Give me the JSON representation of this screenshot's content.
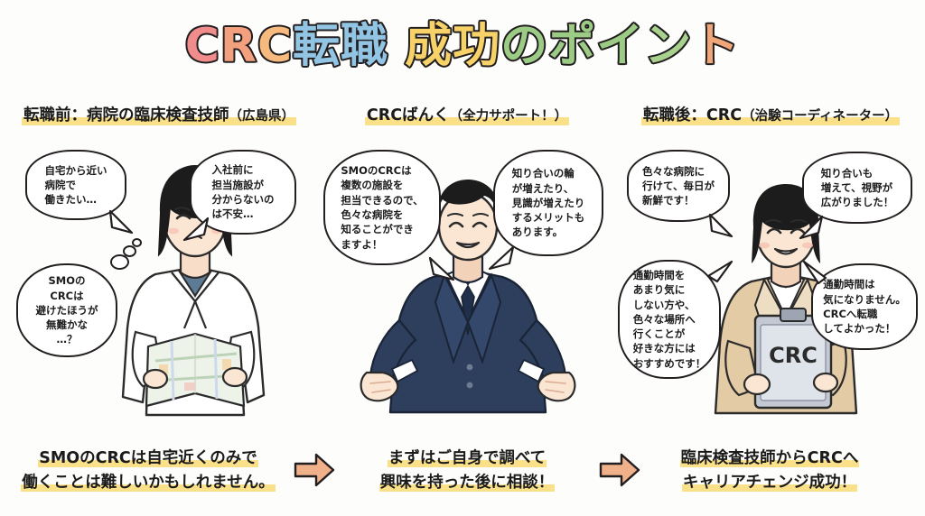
{
  "title": {
    "full_text": "CRC転職 成功のポイント",
    "chars": [
      {
        "t": "C",
        "color": "#f08c8c"
      },
      {
        "t": "R",
        "color": "#f3a07e"
      },
      {
        "t": "C",
        "color": "#f6b97e"
      },
      {
        "t": "転",
        "color": "#92c4e4"
      },
      {
        "t": "職",
        "color": "#92c4e4"
      },
      {
        "t": " ",
        "color": "transparent"
      },
      {
        "t": "成",
        "color": "#f7d269"
      },
      {
        "t": "功",
        "color": "#f7d269"
      },
      {
        "t": "の",
        "color": "#9ccb86"
      },
      {
        "t": "ポ",
        "color": "#9ccb86"
      },
      {
        "t": "イ",
        "color": "#9ccb86"
      },
      {
        "t": "ン",
        "color": "#a9d18e"
      },
      {
        "t": "ト",
        "color": "#f0a678"
      }
    ]
  },
  "columns": {
    "left": {
      "header_main": "転職前：病院の臨床検査技師",
      "header_paren": "（広島県）",
      "bubbles": [
        {
          "id": "b1",
          "text": "自宅から近い\n病院で\n働きたい…"
        },
        {
          "id": "b2",
          "text": "入社前に\n担当施設が\n分からないの\nは不安…"
        },
        {
          "id": "b3",
          "text": "SMOの\nCRCは\n避けたほうが\n無難かな\n…？"
        }
      ],
      "person": {
        "name": "female-lab-technician",
        "hair_color": "#1c1c1c",
        "skin_color": "#f8ddc8",
        "coat_color": "#ffffff",
        "inner_color": "#5d7b94",
        "item": "map"
      },
      "conclusion_line1": "SMOのCRCは自宅近くのみで",
      "conclusion_line2": "働くことは難しいかもしれません。"
    },
    "middle": {
      "header_main": "CRCばんく",
      "header_paren": "（全力サポート！）",
      "bubbles": [
        {
          "id": "b4",
          "text": "SMOのCRCは\n複数の施設を\n担当できるので、\n色々な病院を\n知ることができ\nますよ！"
        },
        {
          "id": "b5",
          "text": "知り合いの輪\nが増えたり、\n見識が増えたり\nするメリットも\nあります。"
        }
      ],
      "person": {
        "name": "male-consultant",
        "hair_color": "#1c1c1c",
        "skin_color": "#f8ddc8",
        "suit_color": "#2d3f5c",
        "shirt_color": "#ffffff",
        "tie_color": "#20304a",
        "item": "open-hands"
      },
      "conclusion_line1": "まずはご自身で調べて",
      "conclusion_line2": "興味を持った後に相談！"
    },
    "right": {
      "header_main": "転職後：CRC",
      "header_paren": "（治験コーディネーター）",
      "bubbles": [
        {
          "id": "b6",
          "text": "色々な病院に\n行けて、毎日が\n新鮮です！"
        },
        {
          "id": "b7",
          "text": "知り合いも\n増えて、視野が\n広がりました！"
        },
        {
          "id": "b8",
          "text": "通勤時間を\nあまり気に\nしない方や、\n色々な場所へ\n行くことが\n好きな方には\nおすすめです！"
        },
        {
          "id": "b9",
          "text": "通勤時間は\n気になりません。\nCRCへ転職\nしてよかった！"
        }
      ],
      "person": {
        "name": "female-crc",
        "hair_color": "#1c1c1c",
        "skin_color": "#f8ddc8",
        "jacket_color": "#e3cba6",
        "inner_color": "#ffffff",
        "item": "clipboard",
        "clipboard_label": "CRC"
      },
      "conclusion_line1": "臨床検査技師からCRCへ",
      "conclusion_line2": "キャリアチェンジ成功！"
    }
  },
  "arrows": {
    "arrow1_name": "arrow-left-to-middle",
    "arrow2_name": "arrow-middle-to-right",
    "color": "#f0b08a",
    "outline": "#231f20"
  },
  "palette": {
    "highlight_yellow": "#fbe08a",
    "ink": "#231f20",
    "background": "#fdfdfb"
  }
}
